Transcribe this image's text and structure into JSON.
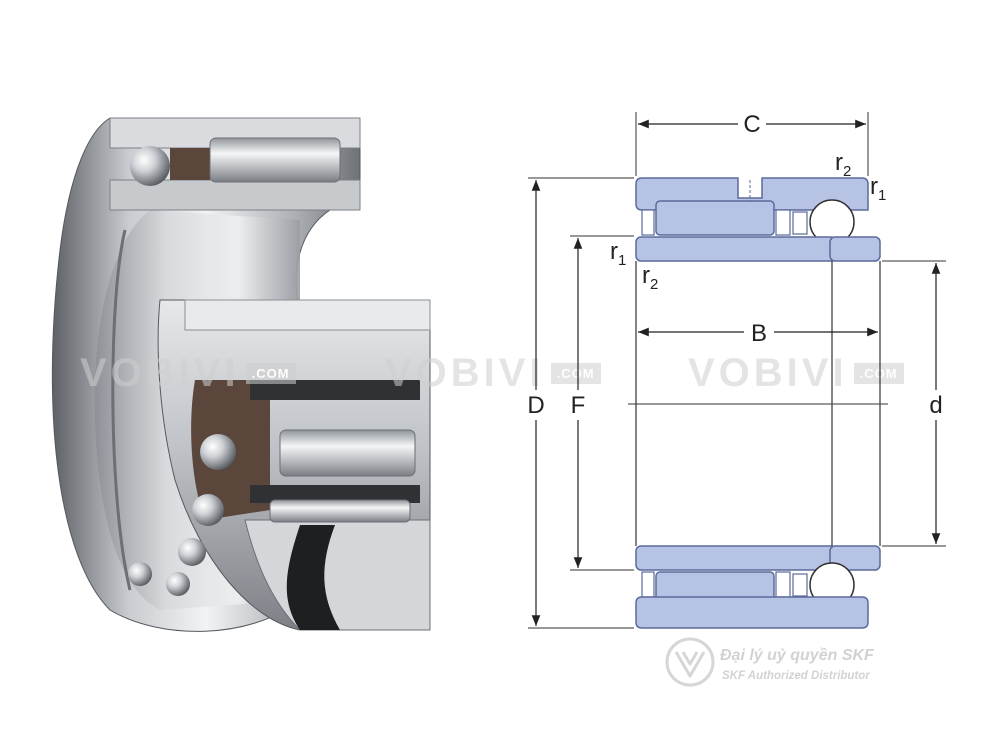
{
  "watermark": {
    "main": "VOBIVI",
    "sub": ".COM"
  },
  "labels": {
    "C": "C",
    "B": "B",
    "D": "D",
    "F": "F",
    "d": "d",
    "r1_top": "r",
    "r1_top_sub": "1",
    "r2_top": "r",
    "r2_top_sub": "2",
    "r1_left": "r",
    "r1_left_sub": "1",
    "r2_left": "r",
    "r2_left_sub": "2"
  },
  "distributor": {
    "line1": "Đại lý uỷ quyền SKF",
    "line2": "SKF Authorized Distributor"
  },
  "colors": {
    "ring_fill": "#b7c3e4",
    "ring_stroke": "#5a6a9a",
    "steel_light": "#e3e5e8",
    "steel_dark": "#6c7076",
    "cage_brown": "#5b463c",
    "watermark": "#cdcdcd"
  }
}
